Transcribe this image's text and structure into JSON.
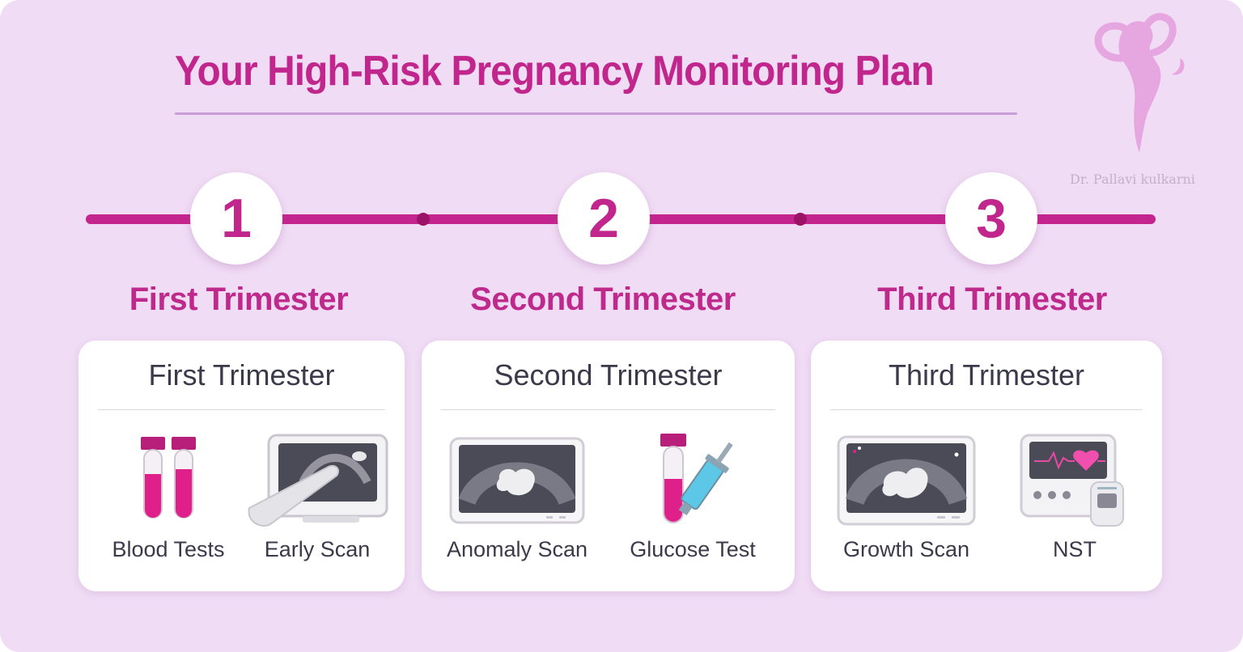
{
  "title": "Your High-Risk Pregnancy Monitoring Plan",
  "author": "Dr. Pallavi kulkarni",
  "colors": {
    "background": "#f0dcf5",
    "accent": "#c0268c",
    "timeline": "#c4248e",
    "timeline_dot": "#9c1266",
    "card_text": "#3b3a4a",
    "title_rule": "#c99ed8"
  },
  "phases": [
    {
      "number": "1",
      "label": "First Trimester",
      "card_title": "First Trimester",
      "items": [
        {
          "label": "Blood Tests",
          "icon": "blood-test-tubes-icon"
        },
        {
          "label": "Early Scan",
          "icon": "ultrasound-probe-monitor-icon"
        }
      ]
    },
    {
      "number": "2",
      "label": "Second Trimester",
      "card_title": "Second Trimester",
      "items": [
        {
          "label": "Anomaly Scan",
          "icon": "ultrasound-fetus-icon"
        },
        {
          "label": "Glucose Test",
          "icon": "test-tube-syringe-icon"
        }
      ]
    },
    {
      "number": "3",
      "label": "Third Trimester",
      "card_title": "Third Trimester",
      "items": [
        {
          "label": "Growth Scan",
          "icon": "ultrasound-fetus-icon"
        },
        {
          "label": "NST",
          "icon": "heart-monitor-icon"
        }
      ]
    }
  ]
}
